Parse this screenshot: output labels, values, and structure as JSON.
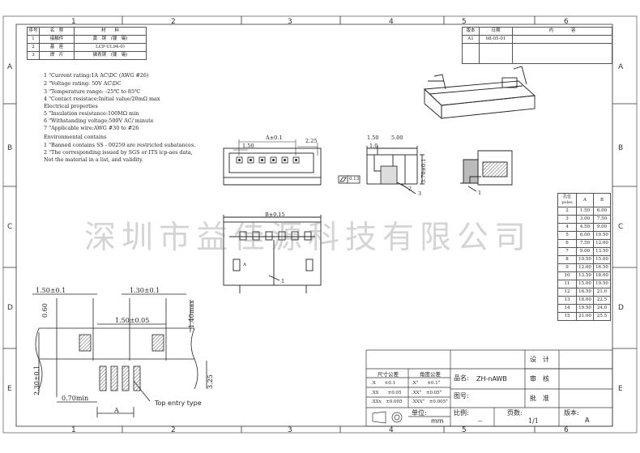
{
  "border_zones": {
    "columns": [
      "1",
      "2",
      "3",
      "4",
      "5",
      "6"
    ],
    "rows": [
      "A",
      "B",
      "C",
      "D",
      "E"
    ]
  },
  "materials_table": {
    "headers": [
      "序号",
      "名　称",
      "材　　料"
    ],
    "rows": [
      [
        "1",
        "接触件",
        "黄　铜　(镀　锡)"
      ],
      [
        "2",
        "基　座",
        "LCP-UL94-0)"
      ],
      [
        "3",
        "焊　片",
        "磷青铜　(镀　锡)"
      ]
    ]
  },
  "revision_table": {
    "headers": [
      "版本",
      "日期",
      "内　　　　容"
    ],
    "rows": [
      [
        "A1",
        "08-05-01",
        ""
      ]
    ]
  },
  "notes": [
    "1 \"Current rating:1A AC\\DC (AWG #26)",
    "2 \"Voltage rating: 50V AC\\DC",
    "3 \"Temperature range: -25℃ to 85℃",
    "4 \"Contact resistace:Initial value/20mΩ max",
    "    Electrical properties",
    "5 \"Insulation resistance:100MΩ min",
    "6 \"Withstanding voltage:500V AC/ minute",
    "7 \"Applicable wire:AWG #30 to #26",
    "Environmental contains",
    "1 \"Banned contains SS - 00259 are restricted subatances.",
    "2 \"The corresponding issued by SGS or ITS icp-aes data,",
    "   Not the material in a list, and validity."
  ],
  "dims": {
    "a_tol": "A±0.1",
    "d225": "2.25",
    "d150_top": "1.50",
    "d150_side": "1.50",
    "d500": "5.00",
    "d10": "1.0",
    "d370": "3.70±0.1",
    "flatness": "0.13",
    "b_tol": "B±0.15",
    "a_front": "A",
    "pcb_150": "1.50±0.1",
    "pcb_130": "1.30±0.1",
    "pcb_060": "0.60",
    "pcb_1505": "1.50±0.05",
    "pcb_140": "1.40max",
    "pcb_230": "2.30±0.1",
    "pcb_325": "3.25",
    "pcb_070": "0.70min",
    "pcb_a": "A",
    "pcb_note": "Top entry type",
    "callout_1": "1",
    "callout_2": "2",
    "callout_3": "3",
    "callout_1b": "1"
  },
  "pole_table": {
    "headers": [
      "孔位\npoles",
      "A",
      "B"
    ],
    "rows": [
      [
        "2",
        "1.50",
        "6.00"
      ],
      [
        "3",
        "3.00",
        "7.50"
      ],
      [
        "4",
        "4.50",
        "9.00"
      ],
      [
        "5",
        "6.00",
        "10.50"
      ],
      [
        "6",
        "7.50",
        "12.00"
      ],
      [
        "7",
        "9.00",
        "13.50"
      ],
      [
        "8",
        "10.50",
        "15.00"
      ],
      [
        "9",
        "12.00",
        "16.50"
      ],
      [
        "10",
        "13.50",
        "18.00"
      ],
      [
        "11",
        "15.00",
        "19.50"
      ],
      [
        "12",
        "16.50",
        "21.0"
      ],
      [
        "13",
        "18.00",
        "22.5"
      ],
      [
        "14",
        "19.50",
        "24.0"
      ],
      [
        "15",
        "21.00",
        "25.5"
      ]
    ]
  },
  "watermark": "深圳市益佳源科技有限公司",
  "title_block": {
    "tol_size_header": "尺寸公差",
    "tol_angle_header": "角度公差",
    "tol_rows": [
      [
        ".X　　±0.1",
        ".X°　　±0.1°"
      ],
      [
        ".XX　　±0.05",
        ".XX°　±0.05°"
      ],
      [
        ".XXx　±0.005",
        ".XXX°　±0.005°"
      ]
    ],
    "part_name_label": "品名:",
    "part_name": "ZH-nAWB",
    "drawing_no_label": "图号:",
    "design_label": "设　计",
    "review_label": "审　核",
    "approve_label": "批　准",
    "unit_label": "单位:",
    "unit": "mm",
    "scale_label": "比例:",
    "scale": "--",
    "pages_label": "页数:",
    "pages": "1/1",
    "version_label": "版本:",
    "version": "A"
  }
}
